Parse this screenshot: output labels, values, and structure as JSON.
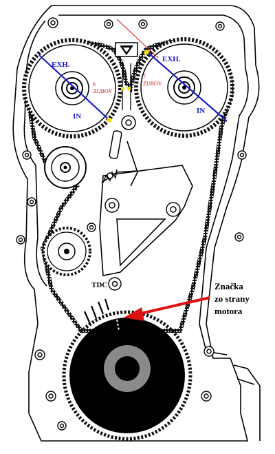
{
  "colors": {
    "belt": "#111111",
    "timing_line": "#1a1acc",
    "marker": "#f2e200",
    "arrow": "#dd1111",
    "label_red": "#cc1111",
    "pulley_black": "#000000",
    "pulley_ring": "#8a8a8a"
  },
  "labels": {
    "left_exhaust": "EXH.",
    "right_exhaust": "EXH.",
    "left_intake": "IN",
    "right_intake": "IN",
    "left_teeth_count": "6",
    "left_teeth_word": "ZUBOV",
    "right_teeth_count": "7",
    "right_teeth_word": "ZUBOV",
    "tdc": "TDC",
    "note_line1": "Značka",
    "note_line2": "zo strany",
    "note_line3": "motora"
  }
}
